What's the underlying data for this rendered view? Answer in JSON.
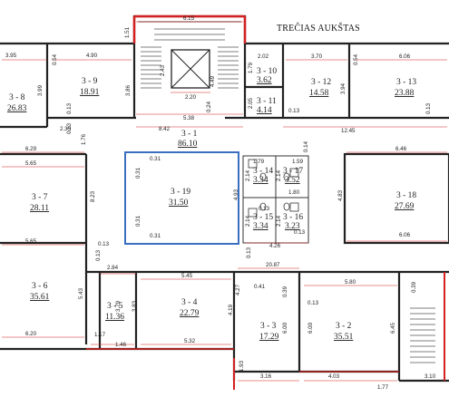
{
  "title": "TREČIAS AUKŠTAS",
  "colors": {
    "walls": "#222222",
    "dimensions": "#d42020",
    "highlight": "#3a6fbf"
  },
  "rooms": [
    {
      "code": "3 - 1",
      "area": "86.10"
    },
    {
      "code": "3 - 2",
      "area": "35.51"
    },
    {
      "code": "3 - 3",
      "area": "17.29"
    },
    {
      "code": "3 - 4",
      "area": "22.79"
    },
    {
      "code": "3 - 5",
      "area": "11.36"
    },
    {
      "code": "3 - 6",
      "area": "35.61"
    },
    {
      "code": "3 - 7",
      "area": "28.11"
    },
    {
      "code": "3 - 8",
      "area": "26.83"
    },
    {
      "code": "3 - 9",
      "area": "18.91"
    },
    {
      "code": "3 - 10",
      "area": "3.62"
    },
    {
      "code": "3 - 11",
      "area": "4.14"
    },
    {
      "code": "3 - 12",
      "area": "14.58"
    },
    {
      "code": "3 - 13",
      "area": "23.88"
    },
    {
      "code": "3 - 14",
      "area": "3.34"
    },
    {
      "code": "3 - 15",
      "area": "3.34"
    },
    {
      "code": "3 - 16",
      "area": "3.23"
    },
    {
      "code": "3 - 17",
      "area": "3.52"
    },
    {
      "code": "3 - 18",
      "area": "27.69"
    },
    {
      "code": "3 - 19",
      "area": "31.50"
    }
  ],
  "dimensions": [
    "6.15",
    "1.51",
    "3.95",
    "4.90",
    "0.54",
    "3.99",
    "3.86",
    "2.43",
    "2.20",
    "4.49",
    "1.79",
    "2.02",
    "3.70",
    "0.54",
    "6.06",
    "2.05",
    "0.13",
    "3.94",
    "0.13",
    "0.13",
    "2.35",
    "0.13",
    "5.38",
    "0.24",
    "8.42",
    "12.45",
    "1.76",
    "6.29",
    "6.46",
    "5.65",
    "0.31",
    "0.31",
    "1.79",
    "1.59",
    "0.14",
    "4.93",
    "8.23",
    "2.14",
    "2.14",
    "1.80",
    "4.83",
    "0.31",
    "0.31",
    "2.14",
    "2.14",
    "0.13",
    "0.13",
    "4.26",
    "0.13",
    "5.65",
    "6.06",
    "0.13",
    "2.84",
    "5.45",
    "0.13",
    "20.87",
    "0.39",
    "0.41",
    "4.27",
    "5.80",
    "0.39",
    "3.79",
    "3.83",
    "5.43",
    "0.13",
    "4.19",
    "6.20",
    "1.17",
    "1.46",
    "5.32",
    "6.00",
    "6.00",
    "6.45",
    "1.93",
    "3.16",
    "4.03",
    "1.77",
    "3.10"
  ]
}
